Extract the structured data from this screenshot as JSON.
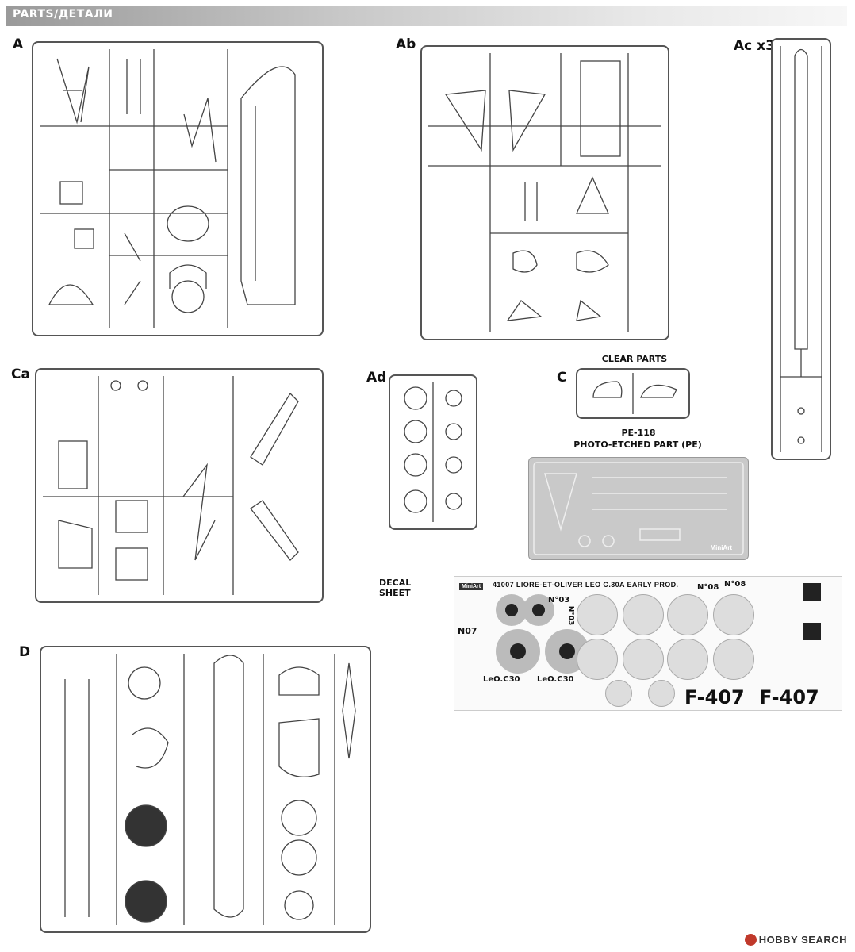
{
  "header": {
    "title": "PARTS/ДЕТАЛИ"
  },
  "sprues": {
    "a": "A",
    "ab": "Ab",
    "ac": "Ac x3",
    "ca": "Ca",
    "ad": "Ad",
    "c": "C",
    "d": "D"
  },
  "clear_parts": "CLEAR PARTS",
  "pe": {
    "code": "PE-118",
    "title": "PHOTO-ETCHED PART (PE)",
    "marking": "MiniArt"
  },
  "decal": {
    "label": "DECAL SHEET",
    "brand": "MiniArt",
    "title": "41007 LIORE-ET-OLIVER LEO C.30A EARLY PROD.",
    "n08a": "N°08",
    "n08b": "N°08",
    "n03a": "N°03",
    "n03b": "N°03",
    "n07": "N07",
    "leo1": "LeO.C30",
    "leo2": "LeO.C30",
    "f407a": "F-407",
    "f407b": "F-407"
  },
  "watermark": "HOBBY SEARCH"
}
